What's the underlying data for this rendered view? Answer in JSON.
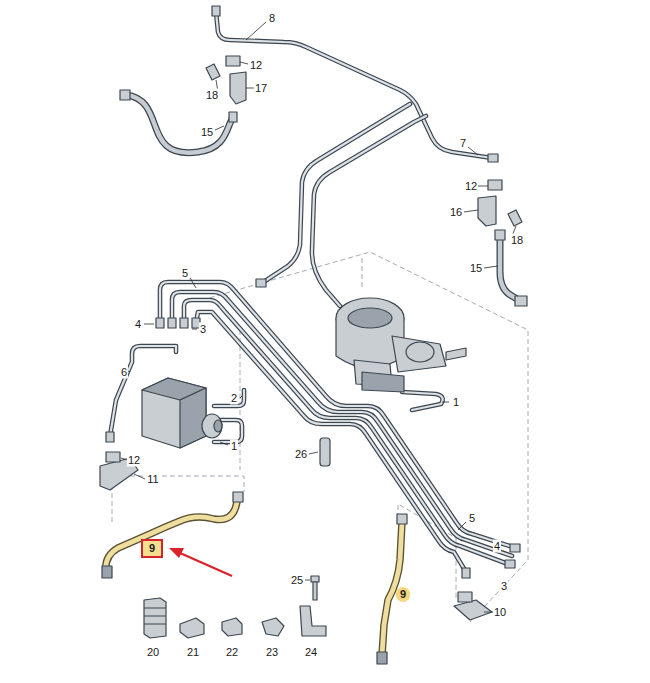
{
  "diagram": {
    "nodes": [
      {
        "text": [
          "9"
        ]
      },
      {
        "text": [
          "9"
        ]
      }
    ],
    "labels": [
      "8",
      "12",
      "18",
      "17",
      "15",
      "7",
      "12",
      "16",
      "18",
      "15",
      "5",
      "4",
      "3",
      "1",
      "6",
      "2",
      "1",
      "26",
      "12",
      "11",
      "5",
      "4",
      "25",
      "3",
      "10",
      "20",
      "21",
      "22",
      "23",
      "24"
    ]
  }
}
